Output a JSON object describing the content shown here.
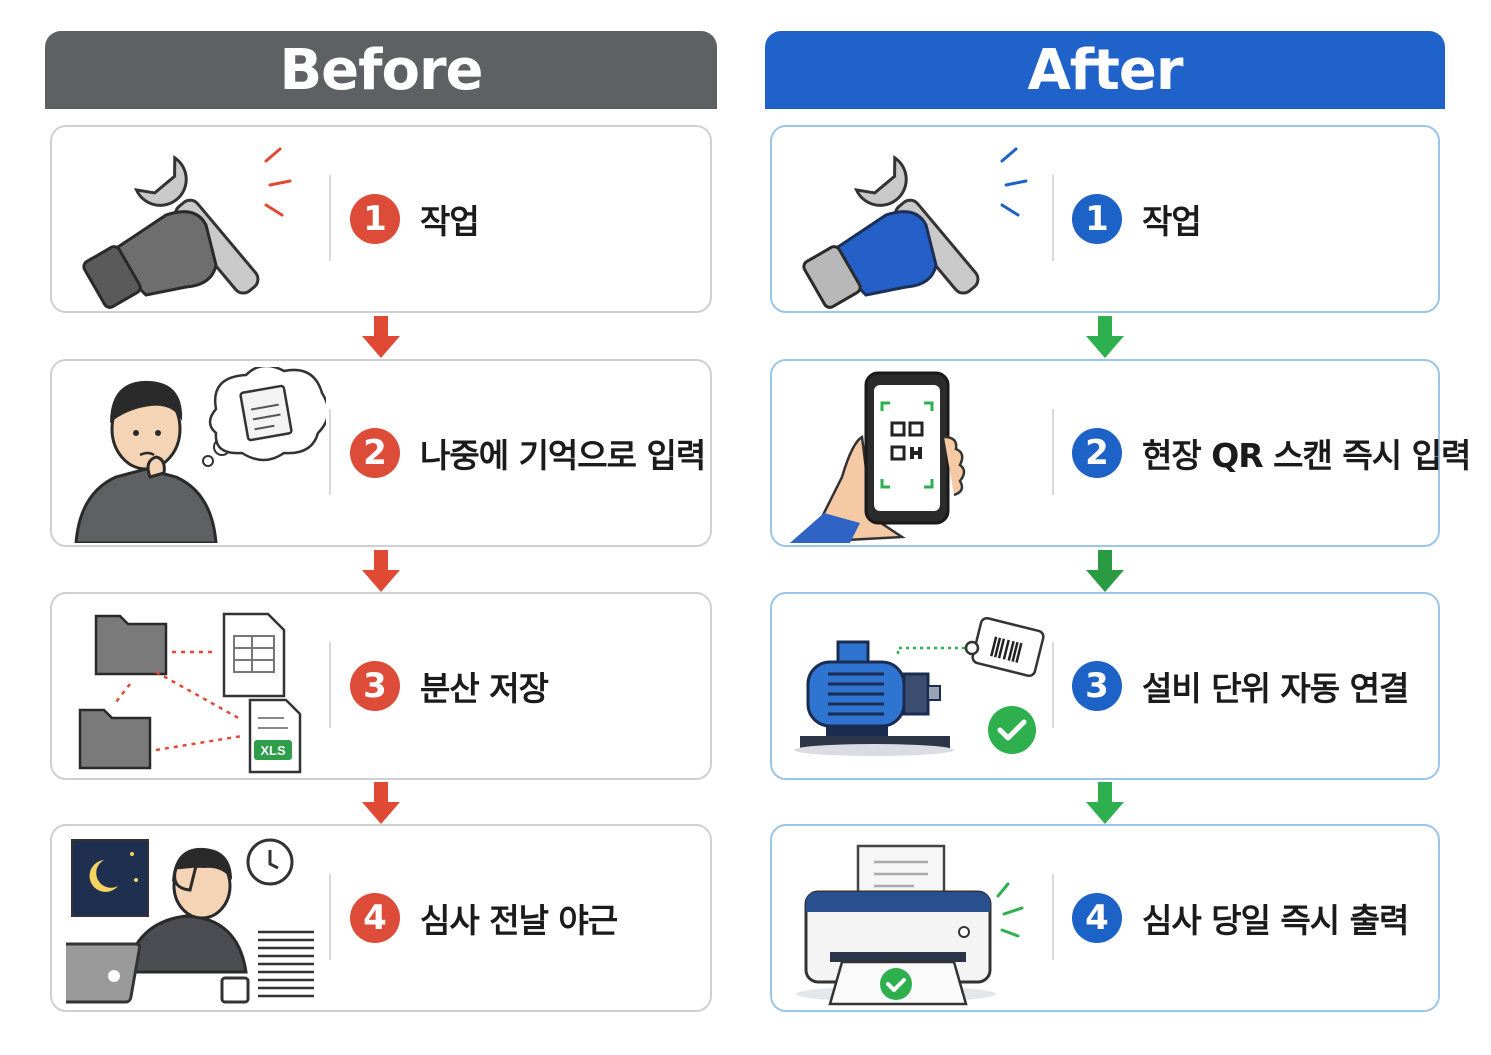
{
  "before": {
    "title": "Before",
    "steps": [
      {
        "num": "1",
        "label": "작업",
        "icon": "wrench-hand-icon"
      },
      {
        "num": "2",
        "label": "나중에 기억으로 입력",
        "icon": "thinking-worker-icon"
      },
      {
        "num": "3",
        "label": "분산 저장",
        "icon": "scattered-files-icon"
      },
      {
        "num": "4",
        "label": "심사 전날 야근",
        "icon": "overtime-night-icon"
      }
    ],
    "file_badge": "XLS"
  },
  "after": {
    "title": "After",
    "steps": [
      {
        "num": "1",
        "label": "작업",
        "icon": "wrench-hand-icon"
      },
      {
        "num": "2",
        "label": "현장 QR 스캔 즉시 입력",
        "icon": "qr-phone-icon"
      },
      {
        "num": "3",
        "label": "설비 단위 자동 연결",
        "icon": "motor-tag-icon"
      },
      {
        "num": "4",
        "label": "심사 당일 즉시 출력",
        "icon": "printer-icon"
      }
    ]
  },
  "colors": {
    "before_header": "#5f6063",
    "after_header": "#1f62c9",
    "before_accent": "#dd4b39",
    "after_accent": "#1d62c7",
    "after_arrow": "#2fb04f"
  }
}
